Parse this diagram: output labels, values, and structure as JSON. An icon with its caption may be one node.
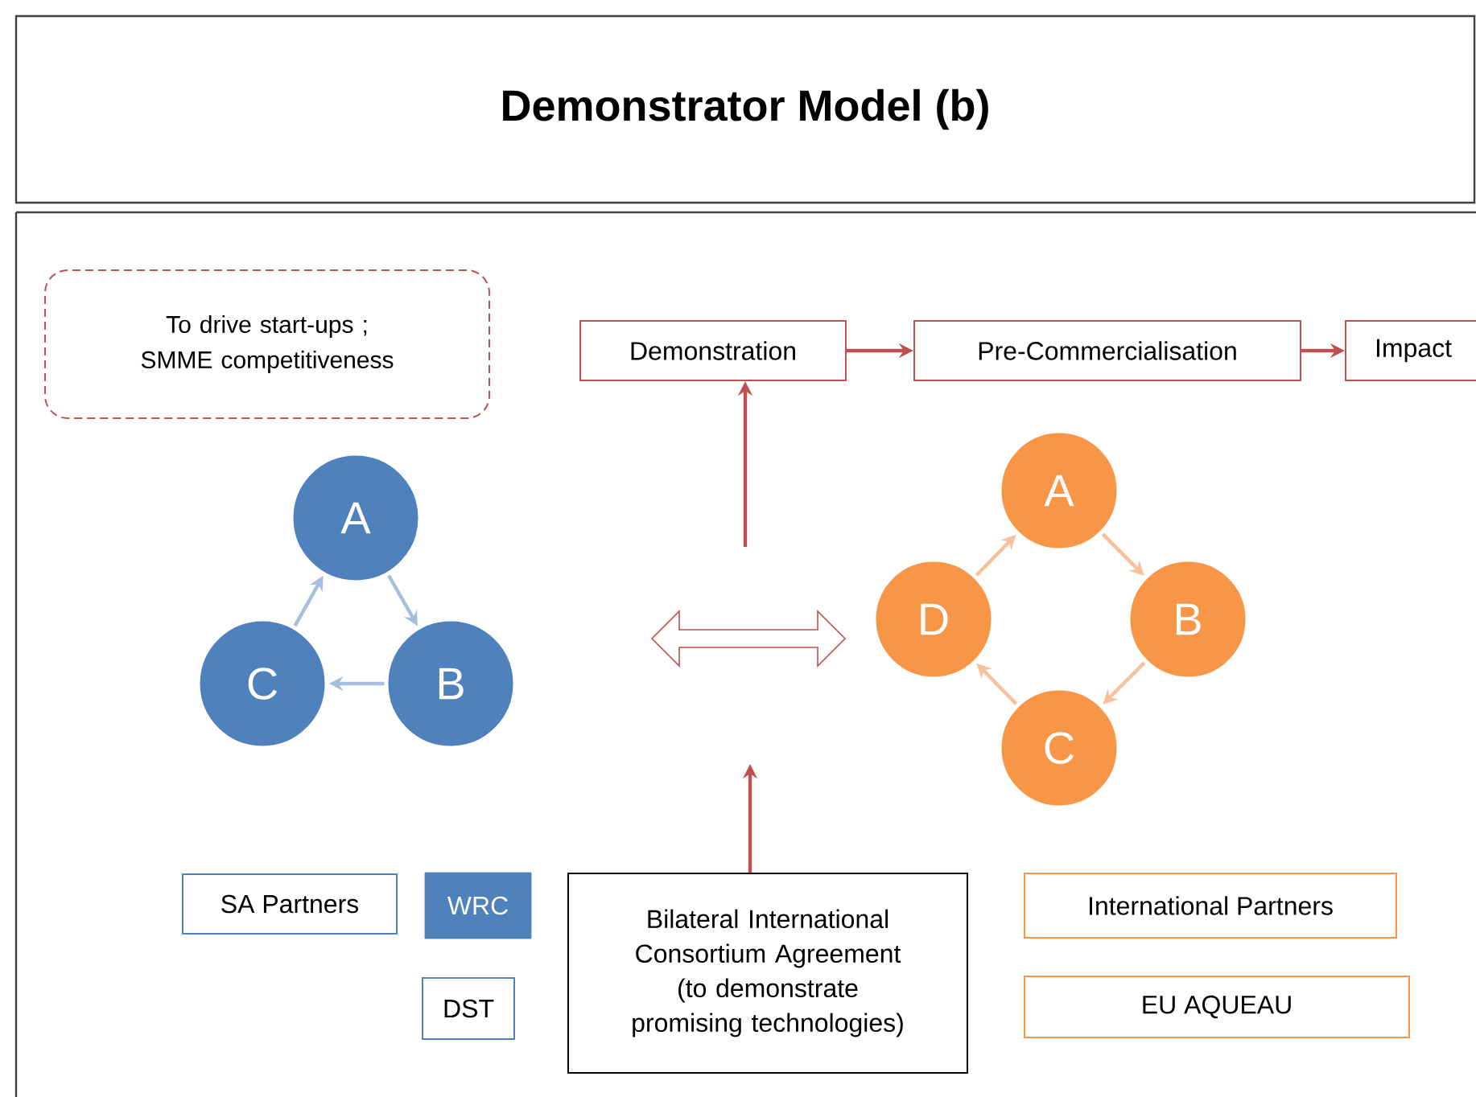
{
  "diagram": {
    "nodes": [
      {
        "text": [
          "Demonstrator  Model (b)"
        ]
      },
      {
        "text": [
          "To drive start-ups ; SMME competitiveness"
        ]
      },
      {
        "text": [
          "Demonstration"
        ]
      },
      {
        "text": [
          "Pre-Commercialisation"
        ]
      },
      {
        "text": [
          "Impact"
        ]
      },
      {
        "text": [
          "A"
        ]
      },
      {
        "text": [
          "B"
        ]
      },
      {
        "text": [
          "C"
        ]
      },
      {
        "text": [
          "A"
        ]
      },
      {
        "text": [
          "B"
        ]
      },
      {
        "text": [
          "C"
        ]
      },
      {
        "text": [
          "D"
        ]
      },
      {
        "text": [
          "SA Partners"
        ]
      },
      {
        "text": [
          "WRC"
        ]
      },
      {
        "text": [
          "DST"
        ]
      },
      {
        "text": [
          "Bilateral International Consortium Agreement (to demonstrate promising technologies)"
        ]
      },
      {
        "text": [
          "International Partners"
        ]
      },
      {
        "text": [
          "EU AQUEAU"
        ]
      }
    ],
    "edges": [
      {
        "from": 2,
        "to": 3,
        "arrow": "to",
        "color": "#c0504d"
      },
      {
        "from": 3,
        "to": 4,
        "arrow": "to",
        "color": "#c0504d"
      },
      {
        "from": null,
        "to": 2,
        "arrow": "to",
        "color": "#c0504d"
      },
      {
        "from": 15,
        "to": null,
        "arrow": "to",
        "color": "#c0504d"
      },
      {
        "from": 5,
        "to": 6,
        "arrow": "to",
        "color": "#a7bfde"
      },
      {
        "from": 6,
        "to": 7,
        "arrow": "to",
        "color": "#a7bfde"
      },
      {
        "from": 7,
        "to": 5,
        "arrow": "to",
        "color": "#a7bfde"
      },
      {
        "from": 8,
        "to": 9,
        "arrow": "to",
        "color": "#fac09a"
      },
      {
        "from": 9,
        "to": 10,
        "arrow": "to",
        "color": "#fac09a"
      },
      {
        "from": 10,
        "to": 11,
        "arrow": "to",
        "color": "#fac09a"
      },
      {
        "from": 11,
        "to": 8,
        "arrow": "to",
        "color": "#fac09a"
      }
    ]
  }
}
